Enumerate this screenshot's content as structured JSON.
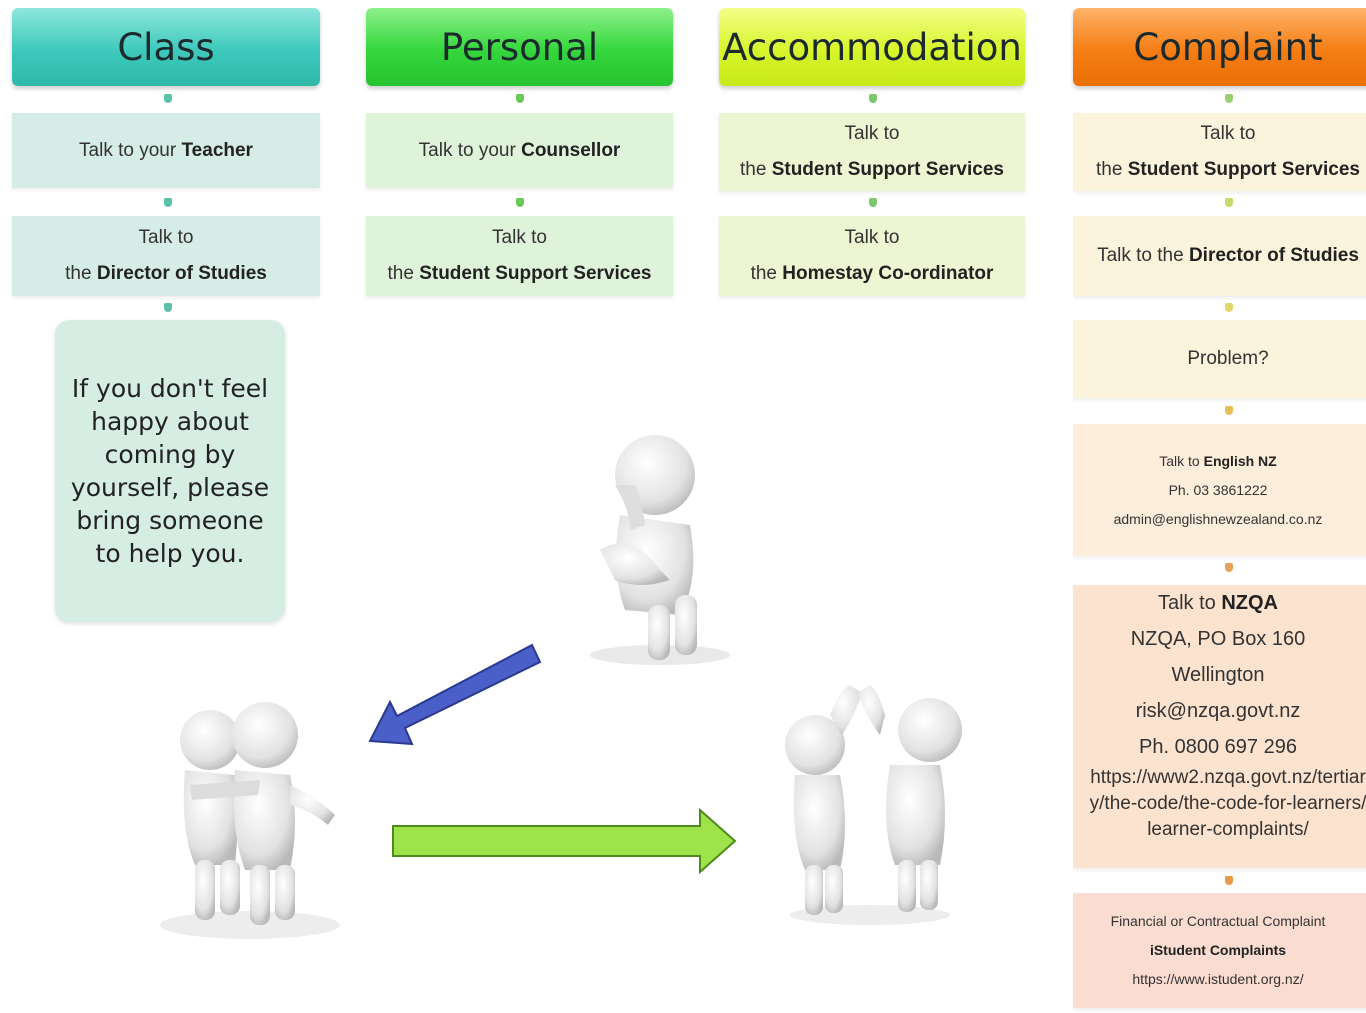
{
  "columns": {
    "class": {
      "header": "Class",
      "step1": {
        "prefix": "Talk to your ",
        "bold": "Teacher"
      },
      "step2": {
        "line1": "Talk to",
        "prefix": "the ",
        "bold": "Director of Studies"
      },
      "note": "If you don't feel happy about coming by yourself, please bring someone to help you."
    },
    "personal": {
      "header": "Personal",
      "step1": {
        "prefix": "Talk to your ",
        "bold": "Counsellor"
      },
      "step2": {
        "line1": "Talk to",
        "prefix": "the ",
        "bold": "Student Support Services"
      }
    },
    "accommodation": {
      "header": "Accommodation",
      "step1": {
        "line1": "Talk to",
        "prefix": "the ",
        "bold": "Student Support Services"
      },
      "step2": {
        "line1": "Talk to",
        "prefix": "the ",
        "bold": "Homestay Co-ordinator"
      }
    },
    "complaint": {
      "header": "Complaint",
      "step1": {
        "line1": "Talk to",
        "prefix": "the ",
        "bold": "Student Support Services"
      },
      "step2": {
        "prefix": "Talk to the ",
        "bold": "Director of Studies"
      },
      "step3": "Problem?",
      "step4": {
        "prefix": "Talk to ",
        "bold": "English NZ",
        "phone": "Ph. 03 3861222",
        "email": "admin@englishnewzealand.co.nz"
      },
      "step5": {
        "prefix": "Talk to ",
        "bold": "NZQA",
        "address": "NZQA, PO Box 160",
        "city": "Wellington",
        "email": "risk@nzqa.govt.nz",
        "phone": "Ph. 0800 697 296",
        "url": "https://www2.nzqa.govt.nz/tertiary/the-code/the-code-for-learners/learner-complaints/"
      },
      "step6": {
        "line1": "Financial or Contractual Complaint",
        "bold": "iStudent Complaints",
        "url": "https://www.istudent.org.nz/"
      }
    }
  },
  "colors": {
    "class": "#3cc9bb",
    "personal": "#34d63c",
    "accommodation": "#d7f52a",
    "complaint": "#f57d13",
    "blue_arrow": "#4a5fc7",
    "green_arrow": "#9ee34a"
  },
  "illustrations": [
    "sad-figure-icon",
    "helping-figures-icon",
    "high-five-figures-icon"
  ]
}
